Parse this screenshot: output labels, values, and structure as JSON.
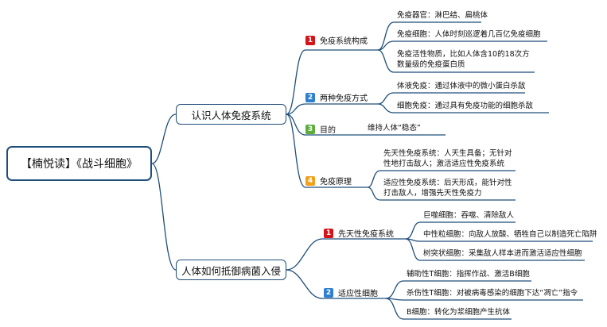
{
  "root": "【楠悦读】《战斗细胞》",
  "branch1": {
    "title": "认识人体免疫系统",
    "items": [
      {
        "num": "1",
        "label": "免疫系统构成",
        "leaves": [
          "免疫器官：淋巴结、扁桃体",
          "免疫细胞：人体时刻巡逻着几百亿免疫细胞",
          "免疫活性物质，比如人体含10的18次方\n数量级的免疫蛋白质"
        ]
      },
      {
        "num": "2",
        "label": "两种免疫方式",
        "leaves": [
          "体液免疫：通过体液中的微小蛋白杀敌",
          "细胞免疫：通过具有免疫功能的细胞杀敌"
        ]
      },
      {
        "num": "3",
        "label": "目的",
        "leaves": [
          "维持人体“稳态”"
        ]
      },
      {
        "num": "4",
        "label": "免疫原理",
        "leaves": [
          "先天性免疫系统：人天生具备；无针对\n性地打击敌人；激活适应性免疫系统",
          "适应性免疫系统：后天形成，能针对性\n打击敌人，增强先天性免疫力"
        ]
      }
    ]
  },
  "branch2": {
    "title": "人体如何抵御病菌入侵",
    "items": [
      {
        "num": "1",
        "label": "先天性免疫系统",
        "leaves": [
          "巨噬细胞：吞噬、清除敌人",
          "中性粒细胞：向敌人放酸、牺牲自己以制造死亡陷阱",
          "树突状细胞：采集敌人样本进而激活适应性细胞"
        ]
      },
      {
        "num": "2",
        "label": "适应性细胞",
        "leaves": [
          "辅助性T细胞：指挥作战、激活B细胞",
          "杀伤性T细胞：对被病毒感染的细胞下达“凋亡”指令",
          "B细胞：转化为浆细胞产生抗体"
        ]
      }
    ]
  },
  "colors": {
    "line": "#1f4e79",
    "badge1": "#d7131a",
    "badge2": "#2f7fd1",
    "badge3": "#5cae3a",
    "badge4": "#f0a21d"
  }
}
